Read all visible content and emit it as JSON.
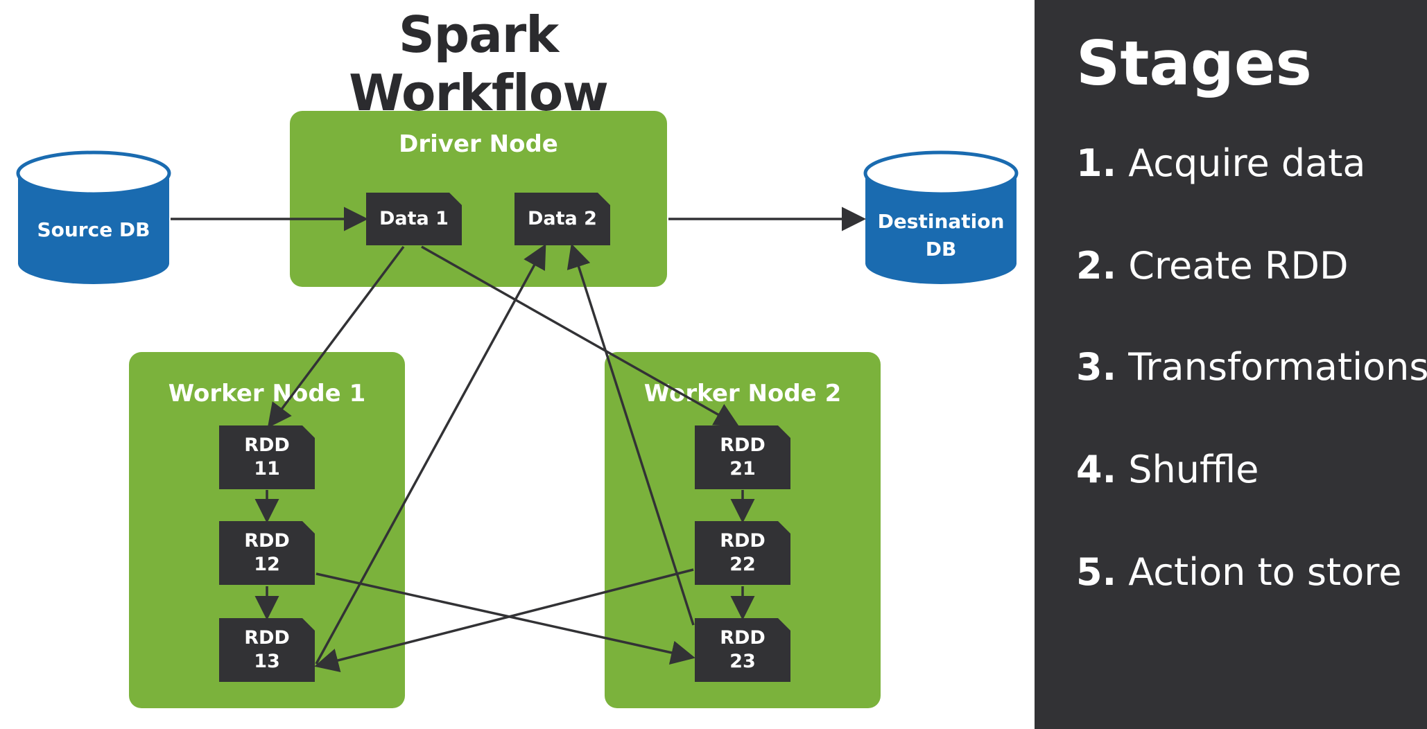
{
  "title": "Spark Workflow",
  "colors": {
    "green": "#7bb23c",
    "dark": "#323235",
    "db_blue": "#1a6bb0",
    "text_dark": "#2b2b2e"
  },
  "driver": {
    "label": "Driver Node",
    "data1": "Data 1",
    "data2": "Data 2"
  },
  "source_db": {
    "label": "Source DB"
  },
  "dest_db": {
    "line1": "Destination",
    "line2": "DB"
  },
  "worker1": {
    "label": "Worker Node 1",
    "rdds": [
      {
        "l1": "RDD",
        "l2": "11"
      },
      {
        "l1": "RDD",
        "l2": "12"
      },
      {
        "l1": "RDD",
        "l2": "13"
      }
    ]
  },
  "worker2": {
    "label": "Worker Node 2",
    "rdds": [
      {
        "l1": "RDD",
        "l2": "21"
      },
      {
        "l1": "RDD",
        "l2": "22"
      },
      {
        "l1": "RDD",
        "l2": "23"
      }
    ]
  },
  "stages": {
    "title": "Stages",
    "items": [
      {
        "num": "1.",
        "text": "Acquire data"
      },
      {
        "num": "2.",
        "text": "Create RDD"
      },
      {
        "num": "3.",
        "text": "Transformations"
      },
      {
        "num": "4.",
        "text": "Shuffle"
      },
      {
        "num": "5.",
        "text": "Action to store"
      }
    ]
  }
}
